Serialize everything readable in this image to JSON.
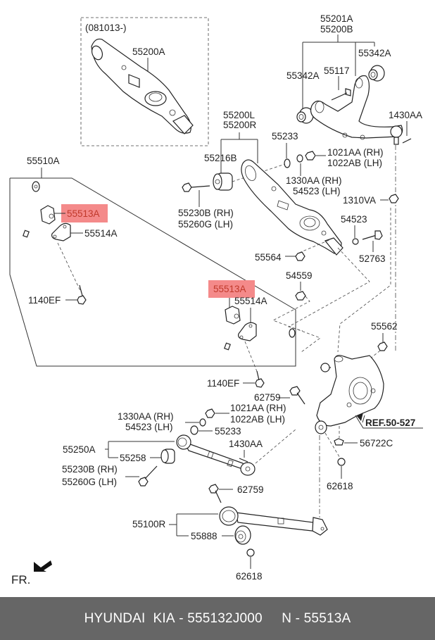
{
  "diagram": {
    "highlight_color": "#f48a8a",
    "labels": {
      "date_range": "(081013-)",
      "p55200A": "55200A",
      "p55201A": "55201A",
      "p55200B": "55200B",
      "p55342A_right": "55342A",
      "p55342A_left": "55342A",
      "p55117": "55117",
      "p1430AA_top": "1430AA",
      "p55200L": "55200L",
      "p55200R": "55200R",
      "p55216B": "55216B",
      "p55233_top": "55233",
      "p1021AA_top": "1021AA (RH)",
      "p1022AB_top": "1022AB (LH)",
      "p1330AA_top": "1330AA (RH)",
      "p54523_lh_top": "54523 (LH)",
      "p1310VA": "1310VA",
      "p55230B_top": "55230B (RH)",
      "p55260G_top": "55260G (LH)",
      "p54523": "54523",
      "p52763": "52763",
      "p55564": "55564",
      "p54559": "54559",
      "p55510A": "55510A",
      "p55513A_1": "55513A",
      "p55514A_1": "55514A",
      "p1140EF_1": "1140EF",
      "p55513A_2": "55513A",
      "p55514A_2": "55514A",
      "p1140EF_2": "1140EF",
      "p55562": "55562",
      "p62759_1": "62759",
      "p1330AA_bot": "1330AA (RH)",
      "p54523_lh_bot": "54523 (LH)",
      "p1021AA_bot": "1021AA (RH)",
      "p1022AB_bot": "1022AB (LH)",
      "p55233_bot": "55233",
      "ref": "REF.50-527",
      "p55250A": "55250A",
      "p55258": "55258",
      "p1430AA_bot": "1430AA",
      "p56722C": "56722C",
      "p55230B_bot": "55230B (RH)",
      "p55260G_bot": "55260G (LH)",
      "p62618_1": "62618",
      "p62759_2": "62759",
      "p55100R": "55100R",
      "p55888": "55888",
      "p62618_2": "62618",
      "front": "FR."
    }
  },
  "footer": {
    "brand": "HYUNDAI  KIA",
    "sep1": " - ",
    "part_number": "555132J000",
    "gap": "     ",
    "n_prefix": "N",
    "sep2": " - ",
    "ref_number": "55513A"
  }
}
